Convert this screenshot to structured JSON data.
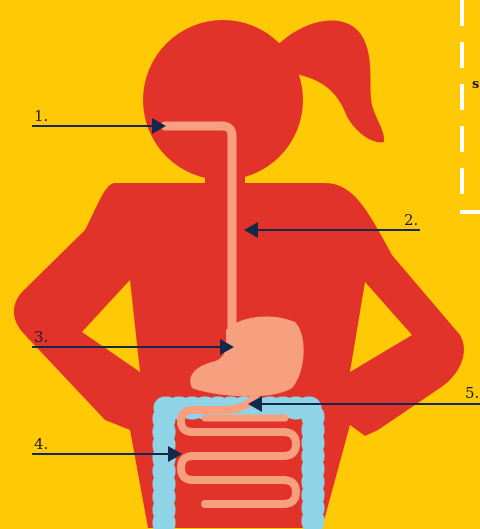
{
  "colors": {
    "background": "#FFC906",
    "body": "#E2332A",
    "tract": "#F6A080",
    "large_intestine": "#8FD3E6",
    "arrow": "#14284B",
    "dashed_box": "#FFFFFF"
  },
  "labels": {
    "l1": "1.",
    "l2": "2.",
    "l3": "3.",
    "l4": "4.",
    "l5": "5.",
    "edge_glyph": "s"
  }
}
